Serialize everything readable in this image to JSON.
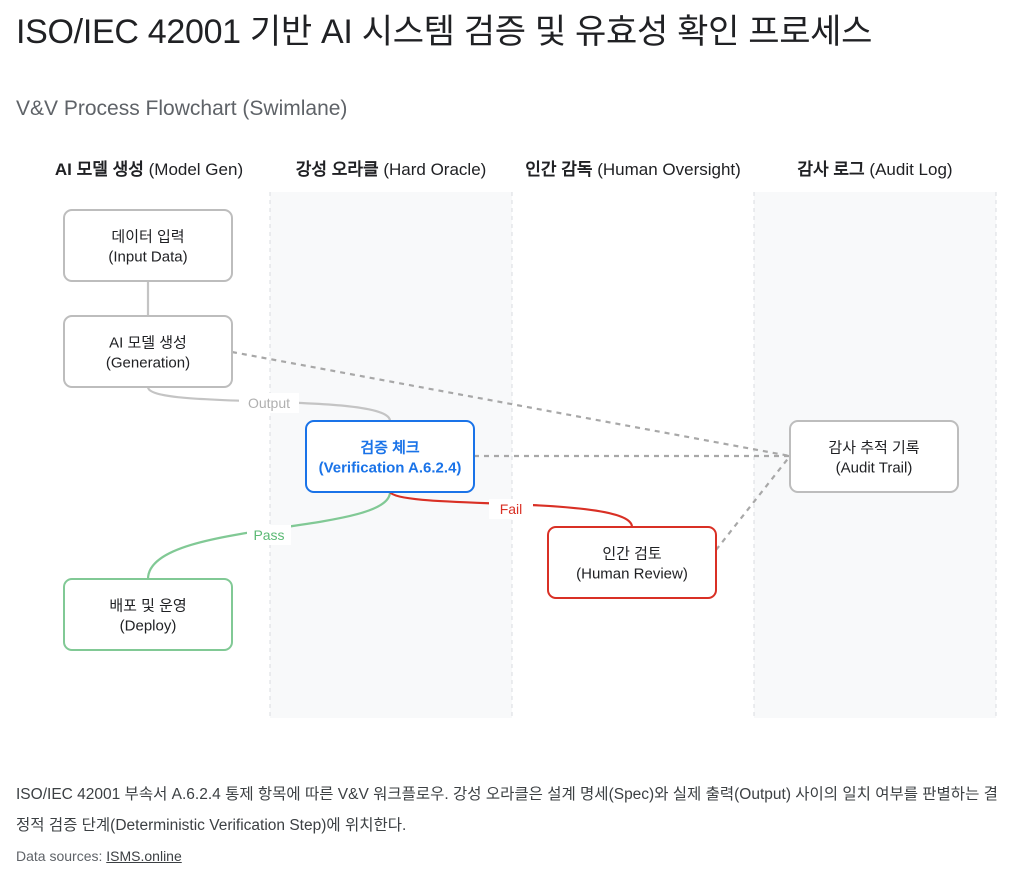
{
  "header": {
    "title": "ISO/IEC 42001 기반 AI 시스템 검증 및 유효성 확인 프로세스",
    "subtitle": "V&V Process Flowchart (Swimlane)"
  },
  "diagram": {
    "lanes": [
      {
        "id": "model",
        "title_ko": "AI 모델 생성",
        "title_en": "(Model Gen)",
        "shaded": false
      },
      {
        "id": "oracle",
        "title_ko": "강성 오라클",
        "title_en": "(Hard Oracle)",
        "shaded": true
      },
      {
        "id": "human",
        "title_ko": "인간 감독",
        "title_en": "(Human Oversight)",
        "shaded": false
      },
      {
        "id": "audit",
        "title_ko": "감사 로그",
        "title_en": "(Audit Log)",
        "shaded": true
      }
    ],
    "nodes": [
      {
        "id": "input",
        "lane": "model",
        "line1": "데이터 입력",
        "line2": "(Input Data)",
        "style": "neutral"
      },
      {
        "id": "gen",
        "lane": "model",
        "line1": "AI 모델 생성",
        "line2": "(Generation)",
        "style": "neutral"
      },
      {
        "id": "verify",
        "lane": "oracle",
        "line1": "검증 체크",
        "line2": "(Verification A.6.2.4)",
        "style": "primary"
      },
      {
        "id": "deploy",
        "lane": "model",
        "line1": "배포 및 운영",
        "line2": "(Deploy)",
        "style": "success"
      },
      {
        "id": "review",
        "lane": "human",
        "line1": "인간 검토",
        "line2": "(Human Review)",
        "style": "danger"
      },
      {
        "id": "audit",
        "lane": "audit",
        "line1": "감사 추적 기록",
        "line2": "(Audit Trail)",
        "style": "neutral"
      }
    ],
    "edges": [
      {
        "id": "input-gen",
        "from": "input",
        "to": "gen",
        "label": "",
        "style": "neutral"
      },
      {
        "id": "gen-verify",
        "from": "gen",
        "to": "verify",
        "label": "Output",
        "style": "neutral"
      },
      {
        "id": "verify-deploy",
        "from": "verify",
        "to": "deploy",
        "label": "Pass",
        "style": "success"
      },
      {
        "id": "verify-review",
        "from": "verify",
        "to": "review",
        "label": "Fail",
        "style": "danger"
      },
      {
        "id": "gen-audit",
        "from": "gen",
        "to": "audit",
        "label": "",
        "style": "dashed"
      },
      {
        "id": "verify-audit",
        "from": "verify",
        "to": "audit",
        "label": "",
        "style": "dashed"
      },
      {
        "id": "review-audit",
        "from": "review",
        "to": "audit",
        "label": "",
        "style": "dashed"
      }
    ],
    "colors": {
      "neutral_border": "#bdbdbd",
      "neutral_text": "#202124",
      "primary": "#1a73e8",
      "success": "#81c995",
      "success_text": "#5bb974",
      "danger": "#d93025",
      "edge_neutral": "#c4c4c4",
      "edge_dashed": "#a8a8a8",
      "label_neutral": "#b0b0b0"
    }
  },
  "caption": "ISO/IEC 42001 부속서 A.6.2.4 통제 항목에 따른 V&V 워크플로우. 강성 오라클은 설계 명세(Spec)와 실제 출력(Output) 사이의 일치 여부를 판별하는 결정적 검증 단계(Deterministic Verification Step)에 위치한다.",
  "sources": {
    "prefix": "Data sources:",
    "link_text": "ISMS.online"
  }
}
